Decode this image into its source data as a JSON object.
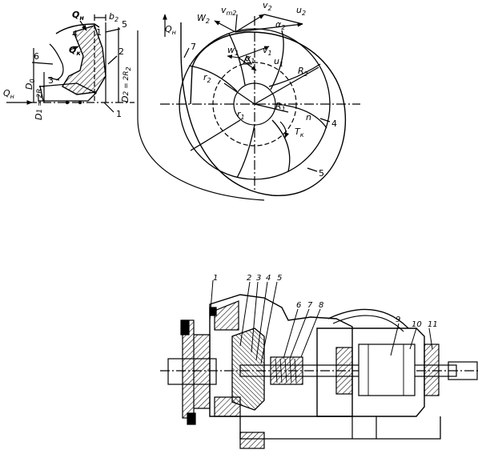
{
  "figure_top": {
    "impeller_section": {
      "flow_labels": {
        "q_outer": "Q",
        "q_outer_sub": "н",
        "q_inner": "Q",
        "q_inner_sub": "к",
        "q_inlet": "Q",
        "q_inlet_sub": "н"
      },
      "part_labels": [
        "4",
        "1",
        "5",
        "2",
        "6",
        "3",
        "1"
      ],
      "dimension_labels": {
        "b2": "b",
        "b2_sub": "2",
        "d0": "D",
        "d0_sub": "0",
        "d1": "D",
        "d1_eq": "1 = 2R",
        "d1_sub": "1",
        "d2": "D",
        "d2_eq": "2 = 2R",
        "d2_sub": "2"
      }
    },
    "volute_view": {
      "flow_label": {
        "q": "Q",
        "q_sub": "н"
      },
      "velocity_labels": {
        "w2": "W",
        "w2_sub": "2",
        "vm2": "v",
        "vm2_sub": "m2",
        "v2": "v",
        "v2_sub": "2",
        "u2": "u",
        "u2_sub": "2",
        "alpha2": "α",
        "alpha2_sub": "2",
        "w1": "w",
        "w1_sub": "1",
        "alpha1": "α",
        "alpha1_sub": "1",
        "v1": "v",
        "v1_sub": "1",
        "u1": "u",
        "u1_sub": "1"
      },
      "geometry_labels": {
        "r2": "r",
        "r2_sub": "2",
        "R2": "R",
        "R2_sub": "2",
        "R1": "R",
        "R1_sub": "1",
        "r1": "r",
        "r1_sub": "1",
        "n": "n",
        "tk": "T",
        "tk_sub": "к"
      },
      "part_labels": [
        "7",
        "4",
        "5"
      ]
    }
  },
  "figure_bottom": {
    "pump_assembly": {
      "part_labels": [
        "1",
        "2",
        "3",
        "4",
        "5",
        "6",
        "7",
        "8",
        "9",
        "10",
        "11"
      ]
    }
  }
}
